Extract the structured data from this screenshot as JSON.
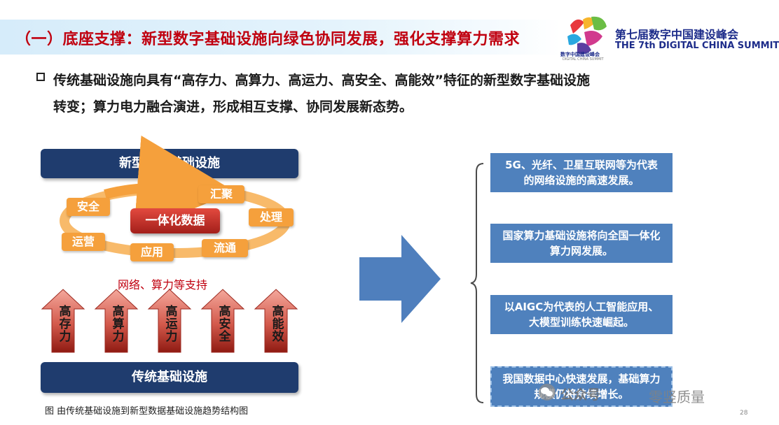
{
  "header": {
    "title": "（一）底座支撑：新型数字基础设施向绿色协同发展，强化支撑算力需求",
    "summit_cn": "第七届数字中国建设峰会",
    "summit_en": "THE 7th DIGITAL CHINA SUMMIT",
    "logo_sub_cn": "数字中国建设峰会",
    "logo_sub_en": "DIGITAL CHINA SUMMIT"
  },
  "bullet": {
    "line1": "传统基础设施向具有“高存力、高算力、高运力、高安全、高能效”特征的新型数字基础设施",
    "line2": "转变；算力电力融合演进，形成相互支撑、协同发展新态势。"
  },
  "diagram": {
    "top_label": "新型数字基础设施",
    "center_label": "一体化数据",
    "cycle": [
      "安全",
      "汇聚",
      "处理",
      "流通",
      "应用",
      "运营"
    ],
    "support_text": "网络、算力等支持",
    "arrows": [
      "高存力",
      "高算力",
      "高运力",
      "高安全",
      "高能效"
    ],
    "bottom_label": "传统基础设施",
    "caption": "图 由传统基础设施到新型数据基础设施趋势结构图"
  },
  "right_boxes": [
    "5G、光纤、卫星互联网等为代表的网络设施的高速发展。",
    "国家算力基础设施将向全国一体化算力网发展。",
    "以AIGC为代表的人工智能应用、大模型训练快速崛起。",
    "我国数据中心快速发展，基础算力规模仍将持续增长。"
  ],
  "watermark": {
    "text1": "公众号",
    "text2": "零竖质量"
  },
  "page_number": "28",
  "colors": {
    "title_red": "#c0000f",
    "navy": "#1f3c6e",
    "orange": "#f5a03c",
    "box_blue": "#4f81bd",
    "arrow_red": "#c0392b"
  }
}
